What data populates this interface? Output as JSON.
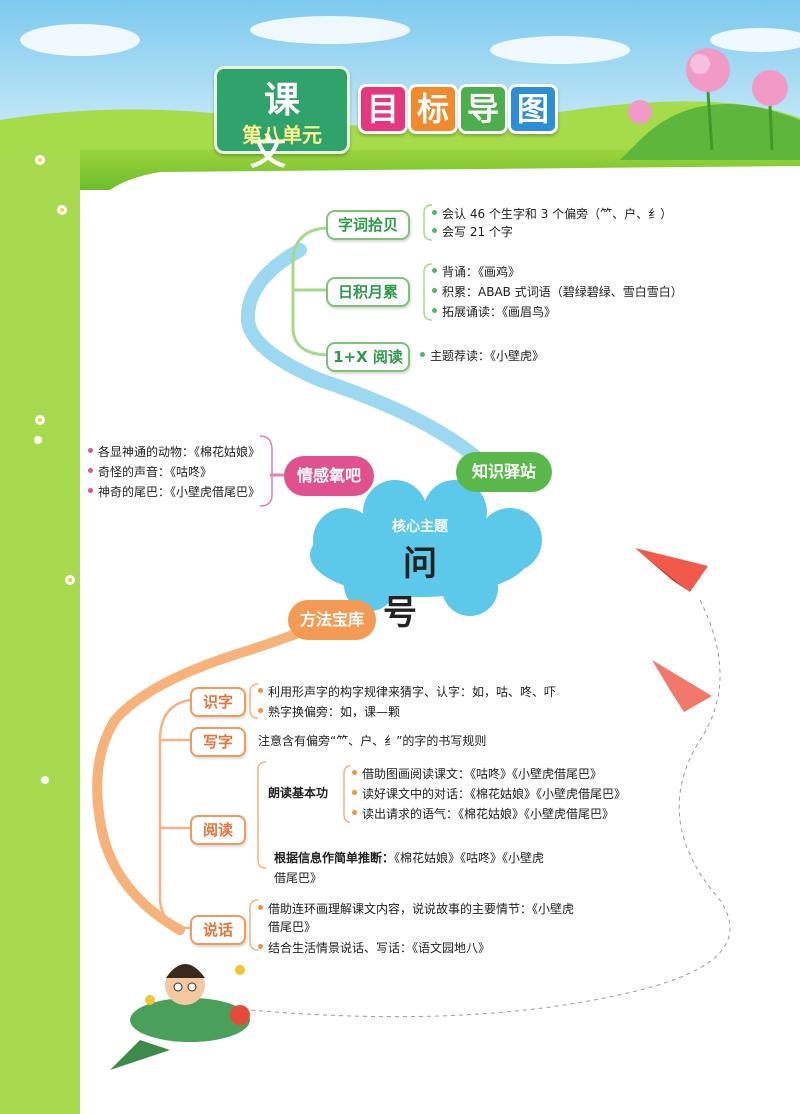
{
  "header": {
    "title_main": "课 文",
    "title_sub": "第八单元",
    "goal_chars": [
      "目",
      "标",
      "导",
      "图"
    ],
    "goal_colors": [
      "#e6367d",
      "#f08a2a",
      "#4cae4c",
      "#2c8ed6"
    ]
  },
  "core": {
    "label": "核心主题",
    "theme": "问 号"
  },
  "colors": {
    "green": "#7cc47a",
    "pink": "#e0528f",
    "orange": "#f39a55",
    "sky": "#9cd8f0"
  },
  "branches": {
    "knowledge": {
      "label": "知识驿站",
      "nodes": [
        {
          "label": "字词拾贝",
          "items": [
            "会认 46 个生字和 3 个偏旁（⺮、户、纟）",
            "会写 21 个字"
          ]
        },
        {
          "label": "日积月累",
          "items": [
            "背诵：《画鸡》",
            "积累：ABAB 式词语（碧绿碧绿、雪白雪白）",
            "拓展诵读：《画眉鸟》"
          ]
        },
        {
          "label": "1+X 阅读",
          "items": [
            "主题荐读：《小壁虎》"
          ]
        }
      ]
    },
    "emotion": {
      "label": "情感氧吧",
      "items": [
        "各显神通的动物：《棉花姑娘》",
        "奇怪的声音：《咕咚》",
        "神奇的尾巴：《小壁虎借尾巴》"
      ]
    },
    "method": {
      "label": "方法宝库",
      "shizi": {
        "label": "识字",
        "items": [
          "利用形声字的构字规律来猜字、认字：如，咕、咚、吓",
          "熟字换偏旁：如，课—颗"
        ]
      },
      "xiezi": {
        "label": "写字",
        "text": "注意含有偏旁“⺮、户、纟”的字的书写规则"
      },
      "yuedu": {
        "label": "阅读",
        "sub1": {
          "label": "朗读基本功",
          "items": [
            "借助图画阅读课文：《咕咚》《小壁虎借尾巴》",
            "读好课文中的对话：《棉花姑娘》《小壁虎借尾巴》",
            "读出请求的语气：《棉花姑娘》《小壁虎借尾巴》"
          ]
        },
        "sub2": {
          "label": "根据信息作简单推断：",
          "line1": "《棉花姑娘》《咕咚》《小壁虎",
          "line2": "借尾巴》"
        }
      },
      "shuohua": {
        "label": "说话",
        "item1_line1": "借助连环画理解课文内容，说说故事的主要情节：《小壁虎",
        "item1_line2": "借尾巴》",
        "item2": "结合生活情景说话、写话：《语文园地八》"
      }
    }
  }
}
